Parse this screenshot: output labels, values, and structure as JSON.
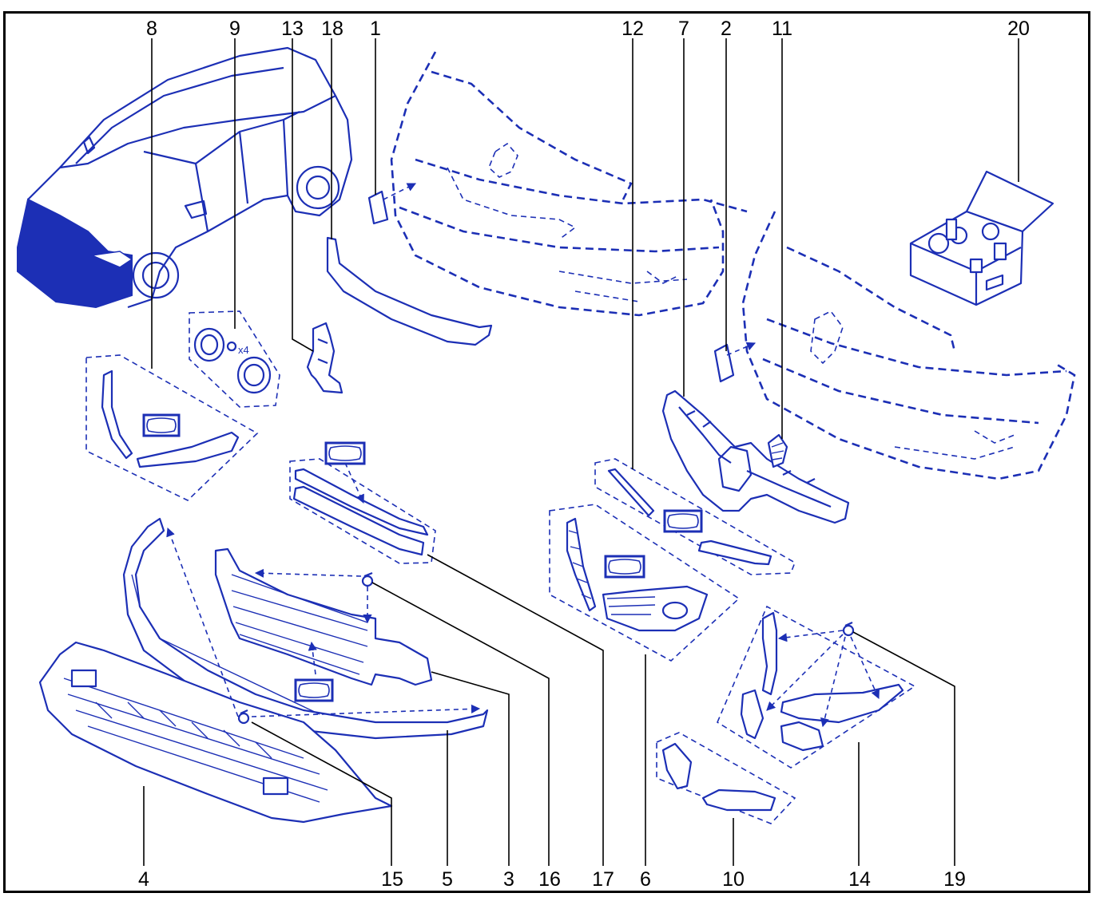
{
  "callouts": {
    "n1": "1",
    "n2": "2",
    "n3": "3",
    "n4": "4",
    "n5": "5",
    "n6": "6",
    "n7": "7",
    "n8": "8",
    "n9": "9",
    "n10": "10",
    "n11": "11",
    "n12": "12",
    "n13": "13",
    "n14": "14",
    "n15": "15",
    "n16": "16",
    "n17": "17",
    "n18": "18",
    "n19": "19",
    "n20": "20"
  },
  "quantity_mark": "x4",
  "colors": {
    "line": "#1c2fb5",
    "fill_highlight": "#1c2fb5",
    "frame": "#000000"
  }
}
